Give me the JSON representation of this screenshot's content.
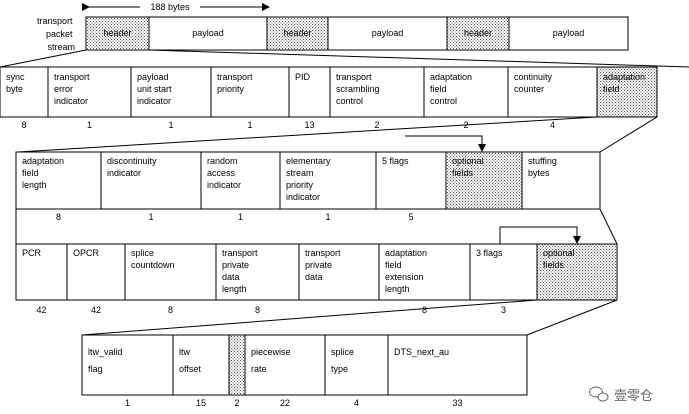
{
  "stream_label": [
    "transport",
    "packet",
    "stream"
  ],
  "byte_size_label": "188 bytes",
  "row1": [
    {
      "label": [
        "header"
      ],
      "dotted": true
    },
    {
      "label": [
        "payload"
      ]
    },
    {
      "label": [
        "header"
      ],
      "dotted": true
    },
    {
      "label": [
        "payload"
      ]
    },
    {
      "label": [
        "header"
      ],
      "dotted": true
    },
    {
      "label": [
        "payload"
      ]
    }
  ],
  "row2": [
    {
      "label": [
        "sync",
        "byte"
      ],
      "bits": "8"
    },
    {
      "label": [
        "transport",
        "error",
        "indicator"
      ],
      "bits": "1"
    },
    {
      "label": [
        "payload",
        "unit start",
        "indicator"
      ],
      "bits": "1"
    },
    {
      "label": [
        "transport",
        "priority"
      ],
      "bits": "1"
    },
    {
      "label": [
        "PID"
      ],
      "bits": "13"
    },
    {
      "label": [
        "transport",
        "scrambling",
        "control"
      ],
      "bits": "2"
    },
    {
      "label": [
        "adaptation",
        "field",
        "control"
      ],
      "bits": "2"
    },
    {
      "label": [
        "continuity",
        "counter"
      ],
      "bits": "4"
    },
    {
      "label": [
        "adaptation",
        "field"
      ],
      "dotted": true
    }
  ],
  "row3": [
    {
      "label": [
        "adaptation",
        "field",
        "length"
      ],
      "bits": "8"
    },
    {
      "label": [
        "discontinuity",
        "indicator"
      ],
      "bits": "1"
    },
    {
      "label": [
        "random",
        "access",
        "indicator"
      ],
      "bits": "1"
    },
    {
      "label": [
        "elementary",
        "stream",
        "priority",
        "indicator"
      ],
      "bits": "1"
    },
    {
      "label": [
        "5 flags"
      ],
      "bits": "5"
    },
    {
      "label": [
        "optional",
        "fields"
      ],
      "dotted": true
    },
    {
      "label": [
        "stuffing",
        "bytes"
      ]
    }
  ],
  "row4": [
    {
      "label": [
        "PCR"
      ],
      "bits": "42"
    },
    {
      "label": [
        "OPCR"
      ],
      "bits": "42"
    },
    {
      "label": [
        "splice",
        "countdown"
      ],
      "bits": "8"
    },
    {
      "label": [
        "transport",
        "private",
        "data",
        "length"
      ],
      "bits": "8"
    },
    {
      "label": [
        "transport",
        "private",
        "data"
      ]
    },
    {
      "label": [
        "adaptation",
        "field",
        "extension",
        "length"
      ],
      "bits": "8"
    },
    {
      "label": [
        "3 flags"
      ],
      "bits": "3"
    },
    {
      "label": [
        "optional",
        "fields"
      ],
      "dotted": true
    }
  ],
  "row5": [
    {
      "label": [
        "ltw_valid",
        "flag"
      ],
      "bits": "1"
    },
    {
      "label": [
        "ltw",
        "offset"
      ],
      "bits": "15"
    },
    {
      "label": [],
      "bits": "2",
      "dotted": true
    },
    {
      "label": [
        "piecewise",
        "rate"
      ],
      "bits": "22"
    },
    {
      "label": [
        "splice",
        "type"
      ],
      "bits": "4"
    },
    {
      "label": [
        "DTS_next_au"
      ],
      "bits": "33"
    }
  ],
  "watermark": "壹零仓"
}
